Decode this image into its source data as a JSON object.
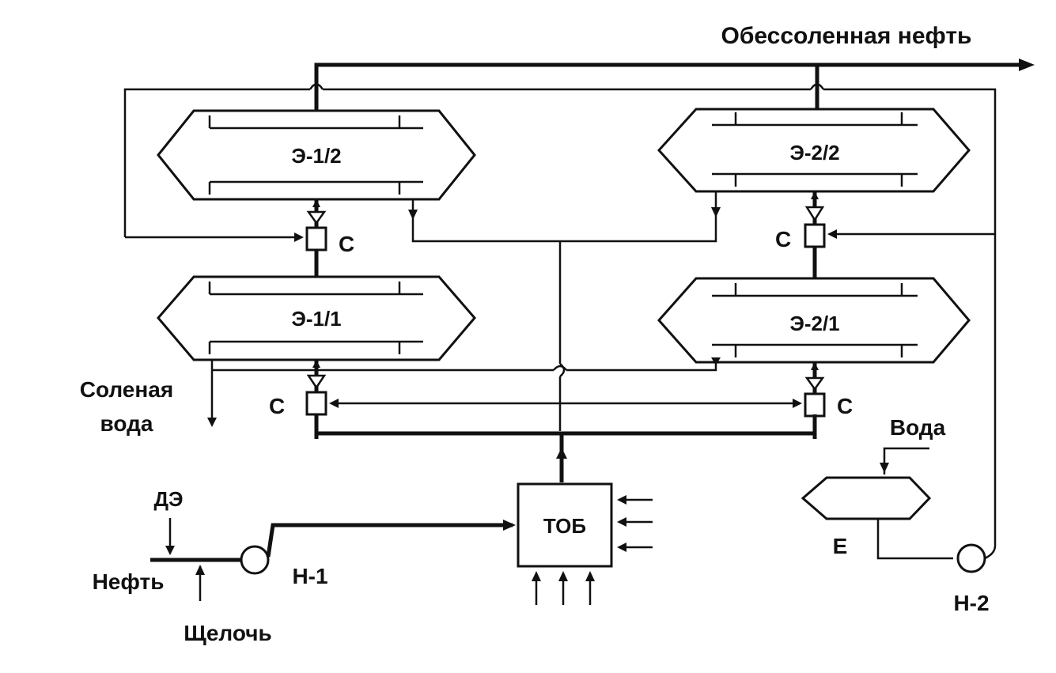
{
  "labels": {
    "output": "Обессоленная нефть",
    "e12": "Э-1/2",
    "e11": "Э-1/1",
    "e22": "Э-2/2",
    "e21": "Э-2/1",
    "c_top_left": "С",
    "c_top_right": "С",
    "c_bottom_left": "С",
    "c_bottom_right": "С",
    "salt_water_1": "Соленая",
    "salt_water_2": "вода",
    "water": "Вода",
    "e_tank": "Е",
    "dz": "ДЭ",
    "oil": "Нефть",
    "alkali": "Щелочь",
    "pump1": "Н-1",
    "pump2": "Н-2",
    "tob": "ТОБ"
  }
}
